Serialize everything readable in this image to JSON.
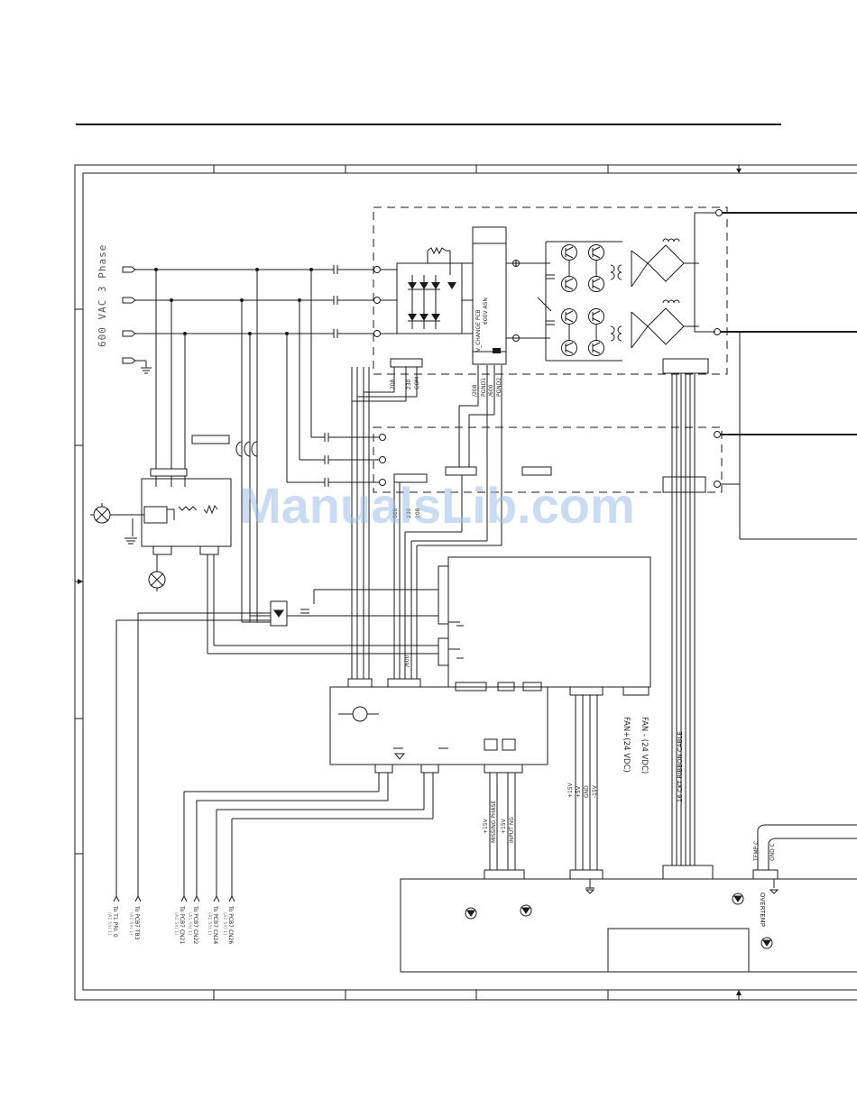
{
  "watermark": "ManualsLib.com",
  "input": {
    "label": "600 VAC 3 Phase"
  },
  "vchange_pcb": {
    "title": "V_CHANGE PCB",
    "subtitle": "600V ASN",
    "pins": [
      "208",
      "230",
      "COM"
    ],
    "pins2": [
      "/208",
      "PGND1",
      "/600",
      "PGND2"
    ]
  },
  "labels": {
    "ribbon": "16 CKT RIBBON CABLE",
    "fan_minus": "FAN - (24 VDC)",
    "fan_plus": "FAN+(24 VDC)",
    "supply_pins": [
      "+15V",
      "+5V",
      "GND",
      "-15V"
    ],
    "phase_pins": [
      "+15V",
      "MISSING PHASE",
      "+15V",
      "INPUT NG"
    ],
    "temp_pins": [
      "TEMP C",
      "GND C"
    ],
    "overtemp": "OVERTEMP",
    "pcb_pins_small": [
      "600",
      "230",
      "208"
    ],
    "pin_600": "/600"
  },
  "destinations": [
    {
      "label": "To T1 PRI. 0",
      "sub": "(A1 Sht 1)"
    },
    {
      "label": "To PCB7 TB3",
      "sub": "(A1 Sht 1)"
    },
    {
      "label": "To PCB7 CN21",
      "sub": "(A1 Sht 1)"
    },
    {
      "label": "To PCB7 CN22",
      "sub": "(A1 Sht 1)"
    },
    {
      "label": "To PCB7 CN24",
      "sub": "(A1 Sht 1)"
    },
    {
      "label": "To PCB7 CN26",
      "sub": "(A1 Sht 1)"
    }
  ]
}
